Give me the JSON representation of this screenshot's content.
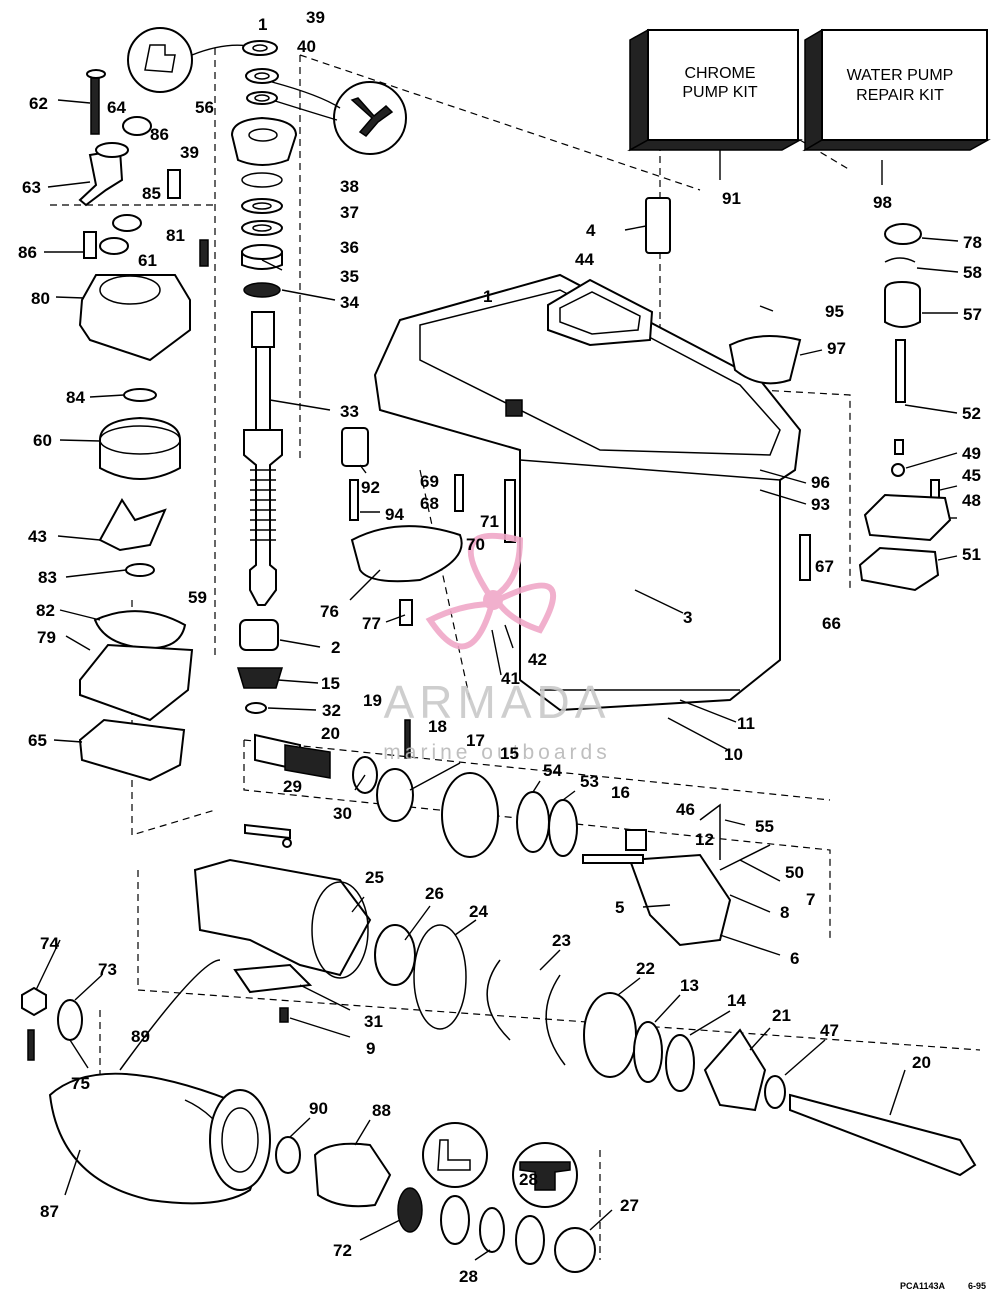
{
  "kits": [
    {
      "line1": "CHROME",
      "line2": "PUMP KIT",
      "ref": "91"
    },
    {
      "line1": "WATER PUMP",
      "line2": "REPAIR KIT",
      "ref": "98"
    }
  ],
  "watermark": {
    "brand": "ARMADA",
    "tagline": "marine outboards",
    "colors": {
      "brand": "#c9c9c9",
      "propeller": "#f0a8c8"
    }
  },
  "footer": {
    "code": "PCA1143A",
    "date": "6-95"
  },
  "callouts": [
    {
      "id": "c1",
      "n": "1"
    },
    {
      "id": "c39a",
      "n": "39"
    },
    {
      "id": "c40",
      "n": "40"
    },
    {
      "id": "c62",
      "n": "62"
    },
    {
      "id": "c64",
      "n": "64"
    },
    {
      "id": "c56",
      "n": "56"
    },
    {
      "id": "c86a",
      "n": "86"
    },
    {
      "id": "c39b",
      "n": "39"
    },
    {
      "id": "c38",
      "n": "38"
    },
    {
      "id": "c63",
      "n": "63"
    },
    {
      "id": "c85",
      "n": "85"
    },
    {
      "id": "c37",
      "n": "37"
    },
    {
      "id": "c86b",
      "n": "86"
    },
    {
      "id": "c81",
      "n": "81"
    },
    {
      "id": "c61",
      "n": "61"
    },
    {
      "id": "c36",
      "n": "36"
    },
    {
      "id": "c35",
      "n": "35"
    },
    {
      "id": "c80",
      "n": "80"
    },
    {
      "id": "c34",
      "n": "34"
    },
    {
      "id": "c1b",
      "n": "1"
    },
    {
      "id": "c84",
      "n": "84"
    },
    {
      "id": "c33",
      "n": "33"
    },
    {
      "id": "c60",
      "n": "60"
    },
    {
      "id": "c4",
      "n": "4"
    },
    {
      "id": "c44",
      "n": "44"
    },
    {
      "id": "c95",
      "n": "95"
    },
    {
      "id": "c97",
      "n": "97"
    },
    {
      "id": "c78",
      "n": "78"
    },
    {
      "id": "c58",
      "n": "58"
    },
    {
      "id": "c57",
      "n": "57"
    },
    {
      "id": "c52",
      "n": "52"
    },
    {
      "id": "c49",
      "n": "49"
    },
    {
      "id": "c45",
      "n": "45"
    },
    {
      "id": "c48",
      "n": "48"
    },
    {
      "id": "c51",
      "n": "51"
    },
    {
      "id": "c96",
      "n": "96"
    },
    {
      "id": "c93",
      "n": "93"
    },
    {
      "id": "c92",
      "n": "92"
    },
    {
      "id": "c69",
      "n": "69"
    },
    {
      "id": "c68",
      "n": "68"
    },
    {
      "id": "c94",
      "n": "94"
    },
    {
      "id": "c71",
      "n": "71"
    },
    {
      "id": "c70",
      "n": "70"
    },
    {
      "id": "c43",
      "n": "43"
    },
    {
      "id": "c83",
      "n": "83"
    },
    {
      "id": "c59",
      "n": "59"
    },
    {
      "id": "c76",
      "n": "76"
    },
    {
      "id": "c67",
      "n": "67"
    },
    {
      "id": "c66",
      "n": "66"
    },
    {
      "id": "c3",
      "n": "3"
    },
    {
      "id": "c82",
      "n": "82"
    },
    {
      "id": "c77",
      "n": "77"
    },
    {
      "id": "c2",
      "n": "2"
    },
    {
      "id": "c79",
      "n": "79"
    },
    {
      "id": "c42",
      "n": "42"
    },
    {
      "id": "c41",
      "n": "41"
    },
    {
      "id": "c15a",
      "n": "15"
    },
    {
      "id": "c19",
      "n": "19"
    },
    {
      "id": "c32",
      "n": "32"
    },
    {
      "id": "c18",
      "n": "18"
    },
    {
      "id": "c11",
      "n": "11"
    },
    {
      "id": "c65",
      "n": "65"
    },
    {
      "id": "c20a",
      "n": "20"
    },
    {
      "id": "c17",
      "n": "17"
    },
    {
      "id": "c15b",
      "n": "15"
    },
    {
      "id": "c10",
      "n": "10"
    },
    {
      "id": "c54",
      "n": "54"
    },
    {
      "id": "c53",
      "n": "53"
    },
    {
      "id": "c29",
      "n": "29"
    },
    {
      "id": "c16",
      "n": "16"
    },
    {
      "id": "c46",
      "n": "46"
    },
    {
      "id": "c30",
      "n": "30"
    },
    {
      "id": "c55",
      "n": "55"
    },
    {
      "id": "c12",
      "n": "12"
    },
    {
      "id": "c50",
      "n": "50"
    },
    {
      "id": "c25",
      "n": "25"
    },
    {
      "id": "c7",
      "n": "7"
    },
    {
      "id": "c26",
      "n": "26"
    },
    {
      "id": "c5",
      "n": "5"
    },
    {
      "id": "c8",
      "n": "8"
    },
    {
      "id": "c24",
      "n": "24"
    },
    {
      "id": "c23",
      "n": "23"
    },
    {
      "id": "c6",
      "n": "6"
    },
    {
      "id": "c74",
      "n": "74"
    },
    {
      "id": "c73",
      "n": "73"
    },
    {
      "id": "c22",
      "n": "22"
    },
    {
      "id": "c13",
      "n": "13"
    },
    {
      "id": "c31",
      "n": "31"
    },
    {
      "id": "c14",
      "n": "14"
    },
    {
      "id": "c21",
      "n": "21"
    },
    {
      "id": "c47",
      "n": "47"
    },
    {
      "id": "c9",
      "n": "9"
    },
    {
      "id": "c89",
      "n": "89"
    },
    {
      "id": "c20b",
      "n": "20"
    },
    {
      "id": "c75",
      "n": "75"
    },
    {
      "id": "c90",
      "n": "90"
    },
    {
      "id": "c88",
      "n": "88"
    },
    {
      "id": "c28a",
      "n": "28"
    },
    {
      "id": "c87",
      "n": "87"
    },
    {
      "id": "c27",
      "n": "27"
    },
    {
      "id": "c72",
      "n": "72"
    },
    {
      "id": "c28b",
      "n": "28"
    }
  ]
}
